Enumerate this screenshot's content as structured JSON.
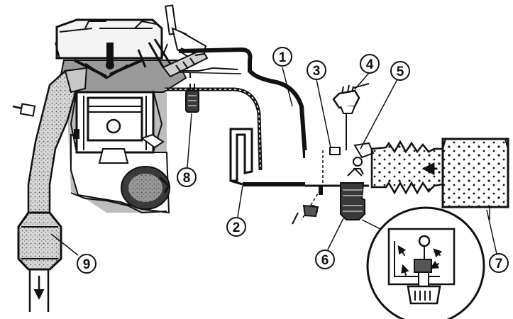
{
  "diagram": {
    "callouts": [
      {
        "id": "1",
        "label": "1"
      },
      {
        "id": "2",
        "label": "2"
      },
      {
        "id": "3",
        "label": "3"
      },
      {
        "id": "4",
        "label": "4"
      },
      {
        "id": "5",
        "label": "5"
      },
      {
        "id": "6",
        "label": "6"
      },
      {
        "id": "7",
        "label": "7"
      },
      {
        "id": "8",
        "label": "8"
      },
      {
        "id": "9",
        "label": "9"
      }
    ],
    "colors": {
      "ink": "#111111",
      "gray": "#8a8a8a",
      "paper": "#ffffff"
    }
  }
}
